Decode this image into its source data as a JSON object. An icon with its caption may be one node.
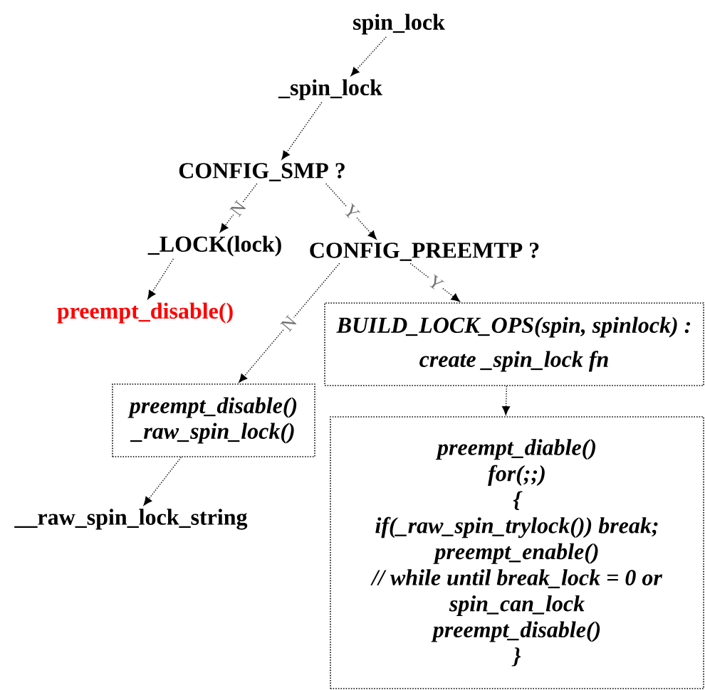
{
  "diagram": {
    "nodes": [
      {
        "text": [
          "spin_lock"
        ]
      },
      {
        "text": [
          "_spin_lock"
        ]
      },
      {
        "text": [
          "CONFIG_SMP ?"
        ]
      },
      {
        "text": [
          "_LOCK(lock)"
        ]
      },
      {
        "text": [
          "CONFIG_PREEMTP ?"
        ]
      },
      {
        "text": [
          "preempt_disable()"
        ]
      },
      {
        "text": [
          "BUILD_LOCK_OPS(spin, spinlock) : create _spin_lock fn"
        ]
      },
      {
        "text": [
          "preempt_disable()",
          "_raw_spin_lock()"
        ]
      },
      {
        "text": [
          "preempt_diable()",
          "for(;;)",
          "{",
          "if(_raw_spin_trylock()) break;",
          "preempt_enable()",
          "// while until break_lock = 0 or spin_can_lock",
          "preempt_disable()",
          "}"
        ]
      },
      {
        "text": [
          "__raw_spin_lock_string"
        ]
      }
    ],
    "edges": [
      {
        "from": 0,
        "to": 1,
        "arrow": "to"
      },
      {
        "from": 1,
        "to": 2,
        "arrow": "to"
      },
      {
        "from": 2,
        "to": 3,
        "arrow": "to",
        "label": "N"
      },
      {
        "from": 2,
        "to": 4,
        "arrow": "to",
        "label": "Y"
      },
      {
        "from": 3,
        "to": 5,
        "arrow": "to"
      },
      {
        "from": 4,
        "to": 7,
        "arrow": "to",
        "label": "N"
      },
      {
        "from": 4,
        "to": 6,
        "arrow": "to",
        "label": "Y"
      },
      {
        "from": 6,
        "to": 8,
        "arrow": "to"
      },
      {
        "from": 7,
        "to": 9,
        "arrow": "to"
      }
    ]
  }
}
